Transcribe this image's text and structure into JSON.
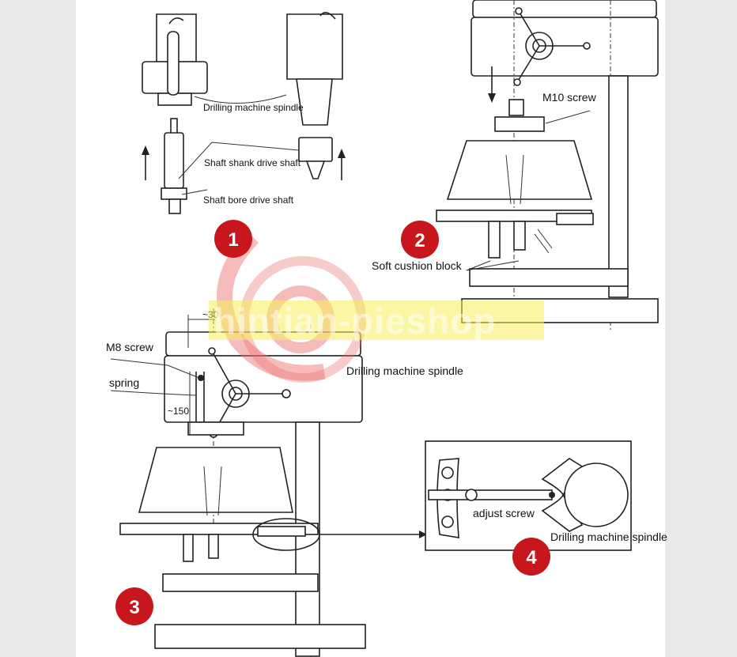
{
  "labels": {
    "spindle_top": "Drilling machine spindle",
    "shank": "Shaft shank drive shaft",
    "bore": "Shaft bore drive shaft",
    "m10": "M10 screw",
    "cushion": "Soft cushion block",
    "m8": "M8 screw",
    "spring": "spring",
    "spindle_mid": "Drilling machine spindle",
    "dim30": "~30",
    "dim150": "~150",
    "adjust": "adjust screw",
    "spindle_detail": "Drilling machine spindle"
  },
  "steps": [
    "1",
    "2",
    "3",
    "4"
  ],
  "watermark": "hintian-pieshop",
  "colors": {
    "badge": "#c8161d",
    "watermark_box": "#f6ee5a",
    "watermark_ring": "#ea6b6b"
  }
}
